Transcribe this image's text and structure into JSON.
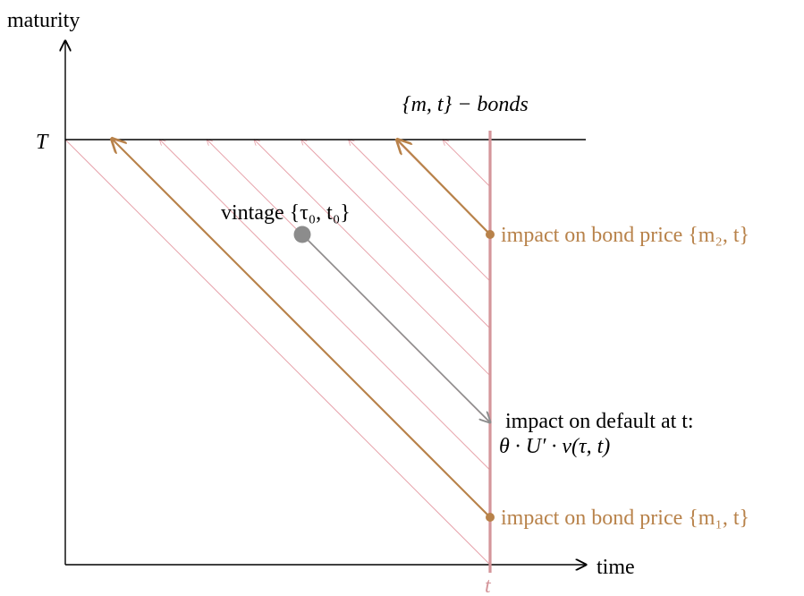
{
  "axes": {
    "y_label": "maturity",
    "x_label": "time",
    "y_tick_label": "T",
    "x_tick_label": "t"
  },
  "bonds_line_label": "{m, t} − bonds",
  "vintage": {
    "label": "vintage {τ₀, t₀}"
  },
  "default_impact": {
    "line1": "impact on default at t:",
    "line2": "θ · U′ · v(τ, t)"
  },
  "bond_price_impact_2": "impact on bond price {m₂, t}",
  "bond_price_impact_1": "impact on bond price {m₁, t}",
  "colors": {
    "axis": "#000000",
    "bond_line": "#d4959a",
    "hatch": "#e7a3ab",
    "impact": "#b8824a",
    "vintage_arrow": "#8c8c8c",
    "vintage_dot": "#8c8c8c"
  }
}
